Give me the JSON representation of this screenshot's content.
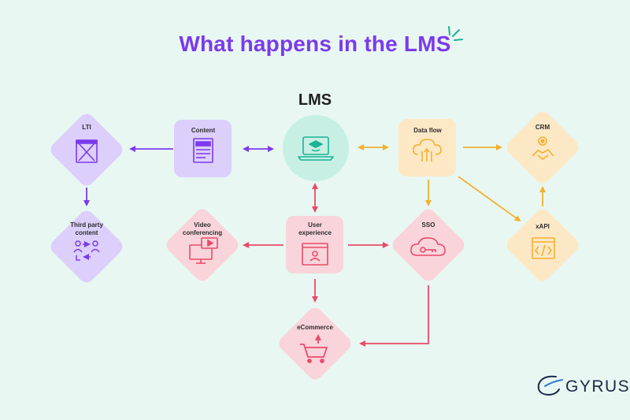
{
  "title": "What happens in the LMS",
  "lms_label": "LMS",
  "nodes": {
    "lti": "LTI",
    "content": "Content",
    "third_party": "Third party content",
    "video": "Video conferencing",
    "user_experience": "User experience",
    "ecommerce": "eCommerce",
    "data_flow": "Data flow",
    "sso": "SSO",
    "crm": "CRM",
    "xapi": "xAPI"
  },
  "brand": "GYRUS",
  "colors": {
    "purple": "#7c3aed",
    "purple_light": "#dccffb",
    "pink": "#e94b6a",
    "pink_light": "#f9d4db",
    "orange": "#f2b12f",
    "orange_light": "#fde8c6",
    "teal": "#1ab394",
    "teal_light": "#c8efe3",
    "background": "#e8f7f1"
  },
  "icons": {
    "lti": "tools-icon",
    "content": "document-icon",
    "lms": "laptop-graduation-icon",
    "third_party": "people-exchange-icon",
    "video": "video-monitor-icon",
    "user_experience": "user-window-icon",
    "ecommerce": "cart-icon",
    "data_flow": "cloud-upload-icon",
    "sso": "cloud-key-icon",
    "crm": "handshake-gear-icon",
    "xapi": "code-window-icon"
  }
}
